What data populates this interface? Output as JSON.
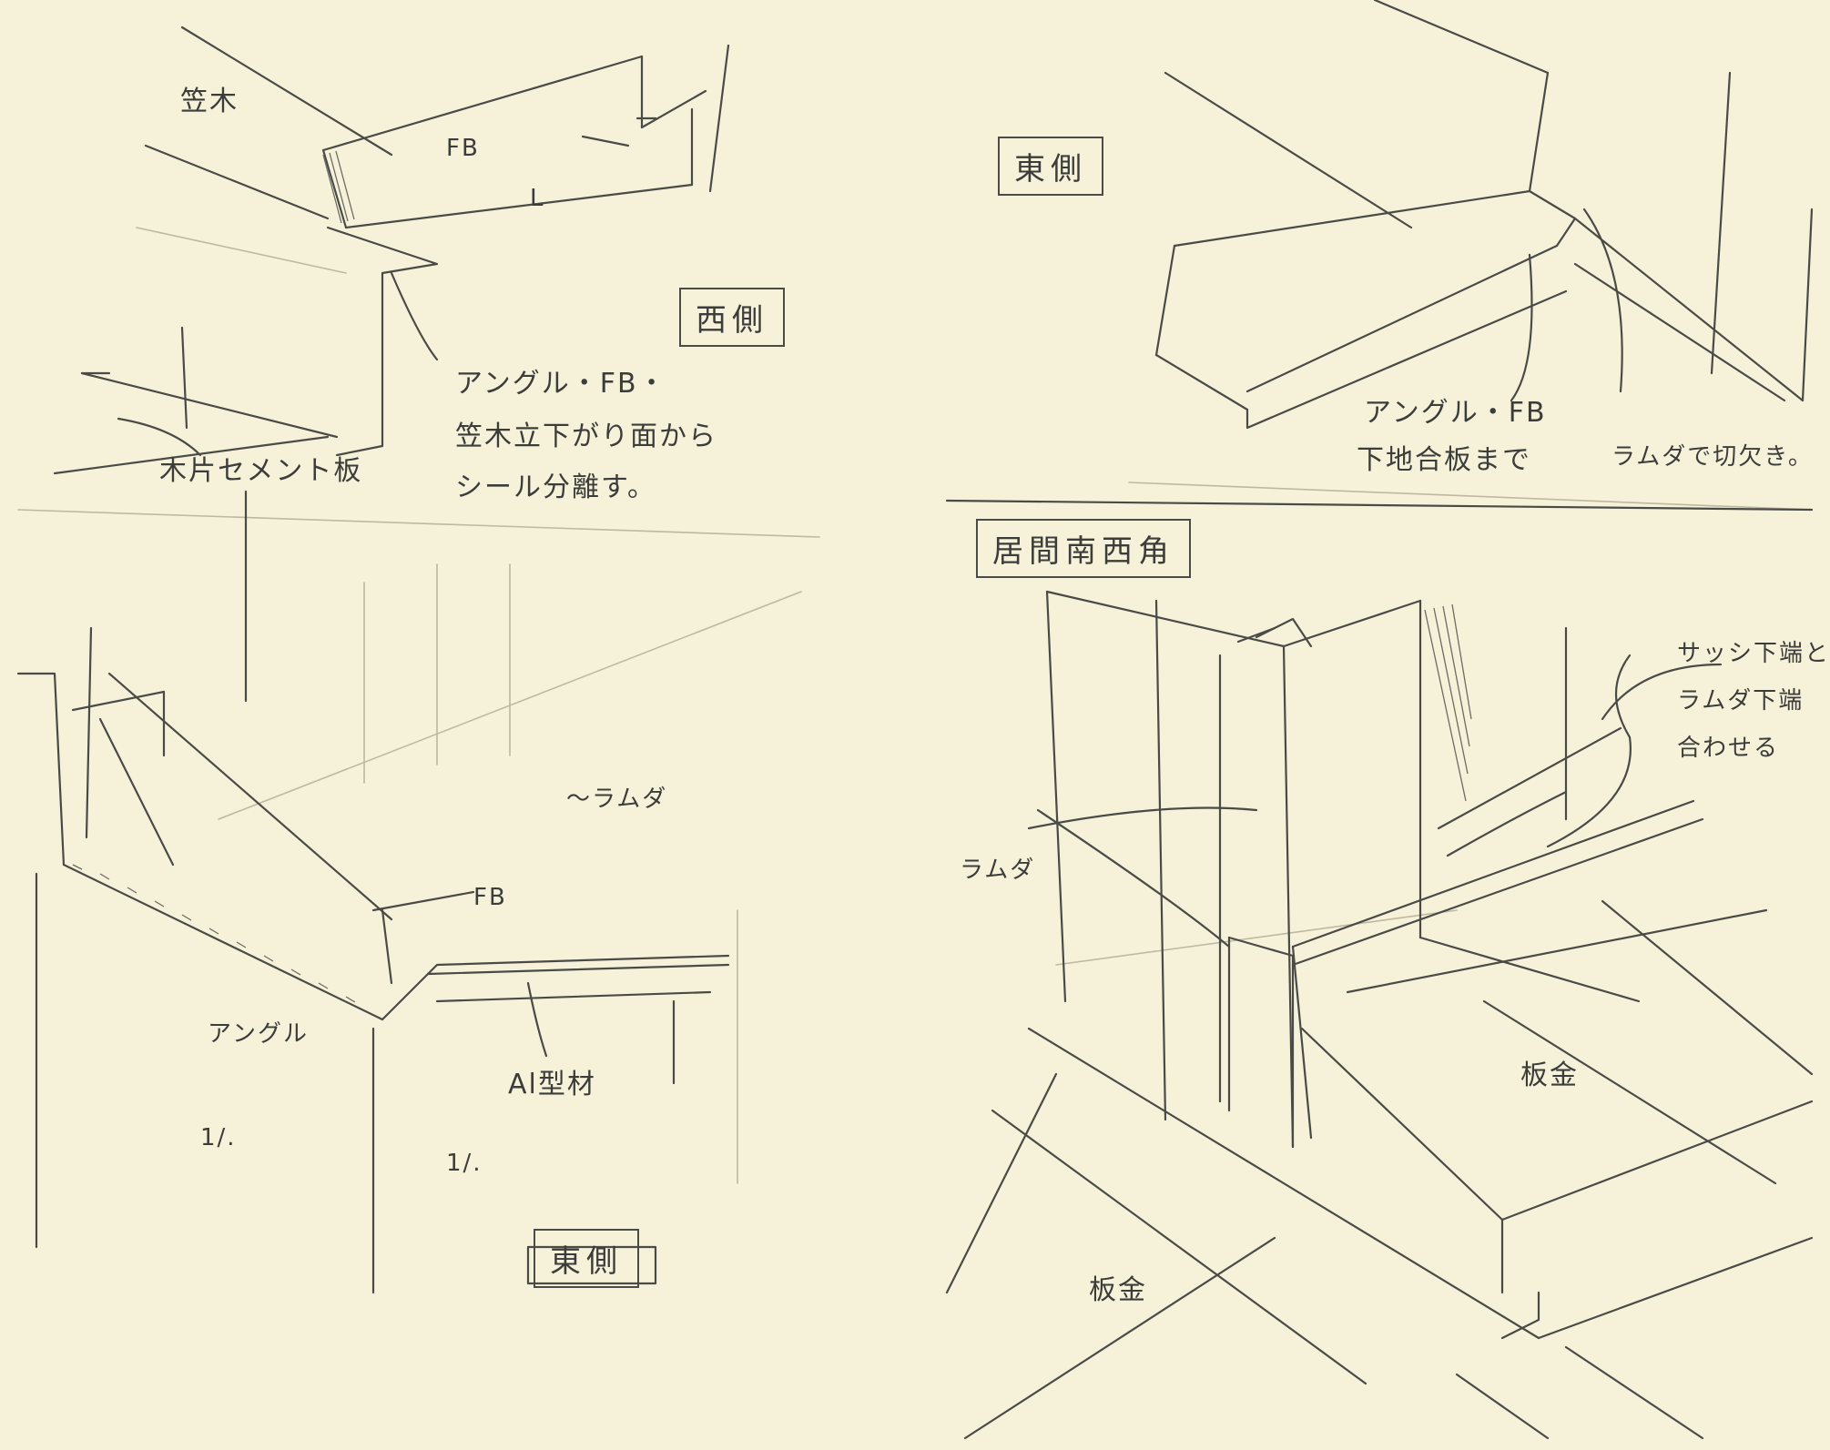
{
  "labels": {
    "kasagi": "笠木",
    "fb": "FB",
    "l": "L",
    "angle_fb_note_1": "アングル・FB・",
    "angle_fb_note_2": "笠木立下がり面から",
    "angle_fb_note_3": "シール分離す。",
    "wood_board": "木片セメント板",
    "ramuda_1": "〜ラムダ",
    "fb2": "FB",
    "angle": "アングル",
    "al_profile": "Al型材",
    "slash_1": "1/.",
    "slash_2": "1/.",
    "east_note_1": "アングル・FB",
    "east_note_2": "下地合板まで",
    "ramuda_cut": "ラムダで切欠き。",
    "sash_1": "サッシ下端と",
    "sash_2": "ラムダ下端",
    "sash_3": "合わせる",
    "ramuda_2": "ラムダ",
    "bankin_1": "板金",
    "bankin_2": "板金"
  },
  "boxed_titles": {
    "west": "西側",
    "east_top": "東側",
    "east_bottom": "東側",
    "living_sw": "居間南西角"
  }
}
